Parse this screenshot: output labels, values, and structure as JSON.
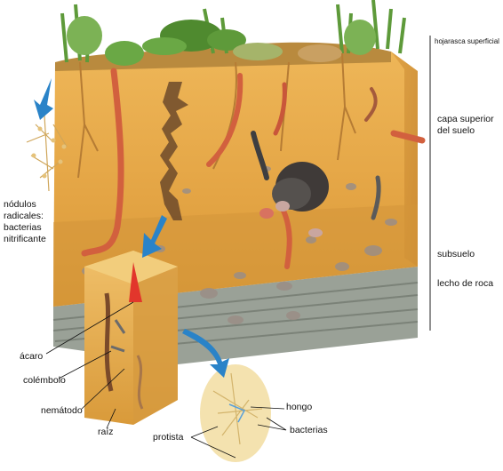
{
  "labels": {
    "nodulos": "nódulos radicales: bacterias nitrificante",
    "nodulos_lines": [
      "nódulos",
      "radicales:",
      "bacterias",
      "nitrificante"
    ],
    "hojarasca": "hojarasca superficial",
    "capa_superior_lines": [
      "capa superior",
      "del suelo"
    ],
    "subsuelo": "subsuelo",
    "lecho": "lecho de roca",
    "acaro": "ácaro",
    "colembolo": "colémbolo",
    "nematodo": "nemátodo",
    "raiz": "raíz",
    "hongo": "hongo",
    "bacterias": "bacterias",
    "protista": "protista"
  },
  "colors": {
    "soil_top": "#e9ad4e",
    "soil_mid": "#dfa343",
    "soil_dark": "#c98a34",
    "rock": "#8e958c",
    "plant": "#5e9a3a",
    "arrow": "#2a83c8",
    "worm": "#d2603e",
    "mole": "#4a4d52"
  }
}
